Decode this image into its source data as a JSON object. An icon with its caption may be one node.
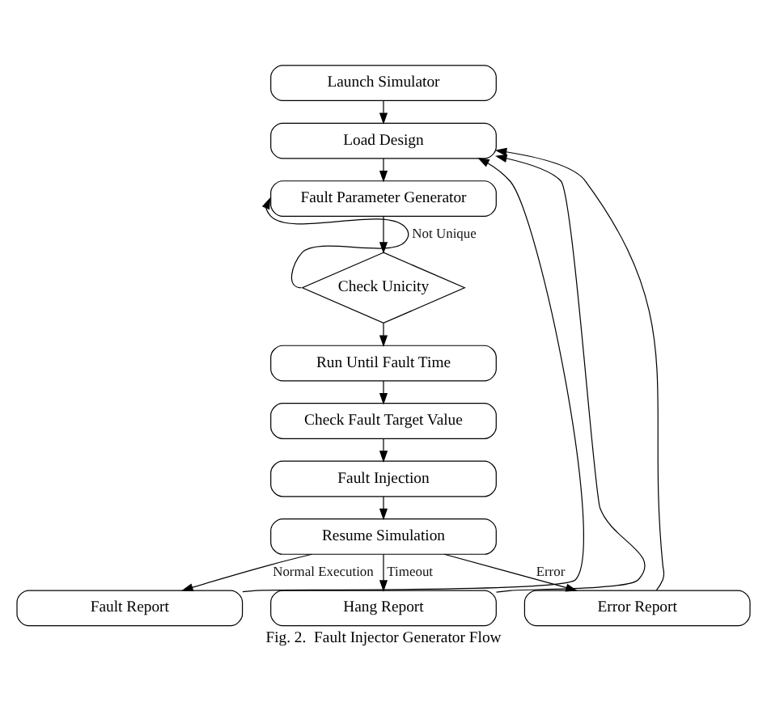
{
  "diagram": {
    "caption": "Fig. 2.  Fault Injector Generator Flow",
    "nodes": [
      {
        "text": [
          "Launch Simulator"
        ]
      },
      {
        "text": [
          "Load Design"
        ]
      },
      {
        "text": [
          "Fault Parameter Generator"
        ]
      },
      {
        "text": [
          "Check Unicity"
        ]
      },
      {
        "text": [
          "Run Until Fault Time"
        ]
      },
      {
        "text": [
          "Check Fault Target Value"
        ]
      },
      {
        "text": [
          "Fault Injection"
        ]
      },
      {
        "text": [
          "Resume Simulation"
        ]
      },
      {
        "text": [
          "Fault Report"
        ]
      },
      {
        "text": [
          "Hang Report"
        ]
      },
      {
        "text": [
          "Error Report"
        ]
      }
    ],
    "edges": [
      {
        "from": 0,
        "to": 1,
        "arrow": "to"
      },
      {
        "from": 1,
        "to": 2,
        "arrow": "to"
      },
      {
        "from": 2,
        "to": 3,
        "arrow": "to"
      },
      {
        "from": 3,
        "to": 2,
        "arrow": "to",
        "label": "Not Unique"
      },
      {
        "from": 3,
        "to": 4,
        "arrow": "to"
      },
      {
        "from": 4,
        "to": 5,
        "arrow": "to"
      },
      {
        "from": 5,
        "to": 6,
        "arrow": "to"
      },
      {
        "from": 6,
        "to": 7,
        "arrow": "to"
      },
      {
        "from": 7,
        "to": 8,
        "arrow": "to",
        "label": "Normal Execution"
      },
      {
        "from": 7,
        "to": 9,
        "arrow": "to",
        "label": "Timeout"
      },
      {
        "from": 7,
        "to": 10,
        "arrow": "to",
        "label": "Error"
      },
      {
        "from": 8,
        "to": 1,
        "arrow": "to"
      },
      {
        "from": 9,
        "to": 1,
        "arrow": "to"
      },
      {
        "from": 10,
        "to": 1,
        "arrow": "to"
      }
    ]
  }
}
